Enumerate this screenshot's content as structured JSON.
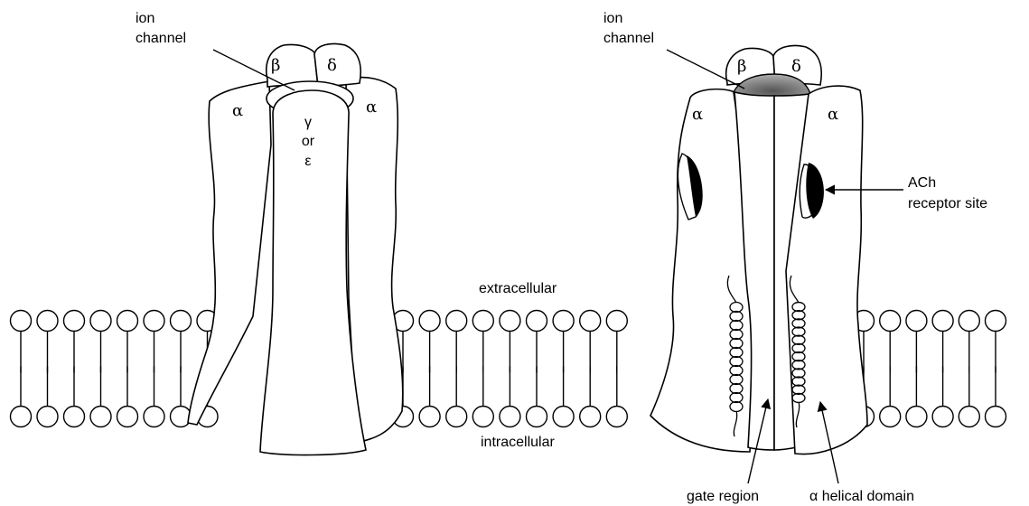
{
  "left_receptor": {
    "ion_channel_label": [
      "ion",
      "channel"
    ],
    "subunits": {
      "beta": "β",
      "delta": "δ",
      "alpha_left": "α",
      "alpha_right": "α",
      "gamma_or_epsilon": [
        "γ",
        "or",
        "ε"
      ]
    }
  },
  "right_receptor": {
    "ion_channel_label": [
      "ion",
      "channel"
    ],
    "subunits": {
      "beta": "β",
      "delta": "δ",
      "alpha_left": "α",
      "alpha_right": "α"
    },
    "ach_site_label": [
      "ACh",
      "receptor site"
    ],
    "gate_label": "gate region",
    "helix_label": "α helical domain"
  },
  "membrane": {
    "extracellular": "extracellular",
    "intracellular": "intracellular"
  }
}
